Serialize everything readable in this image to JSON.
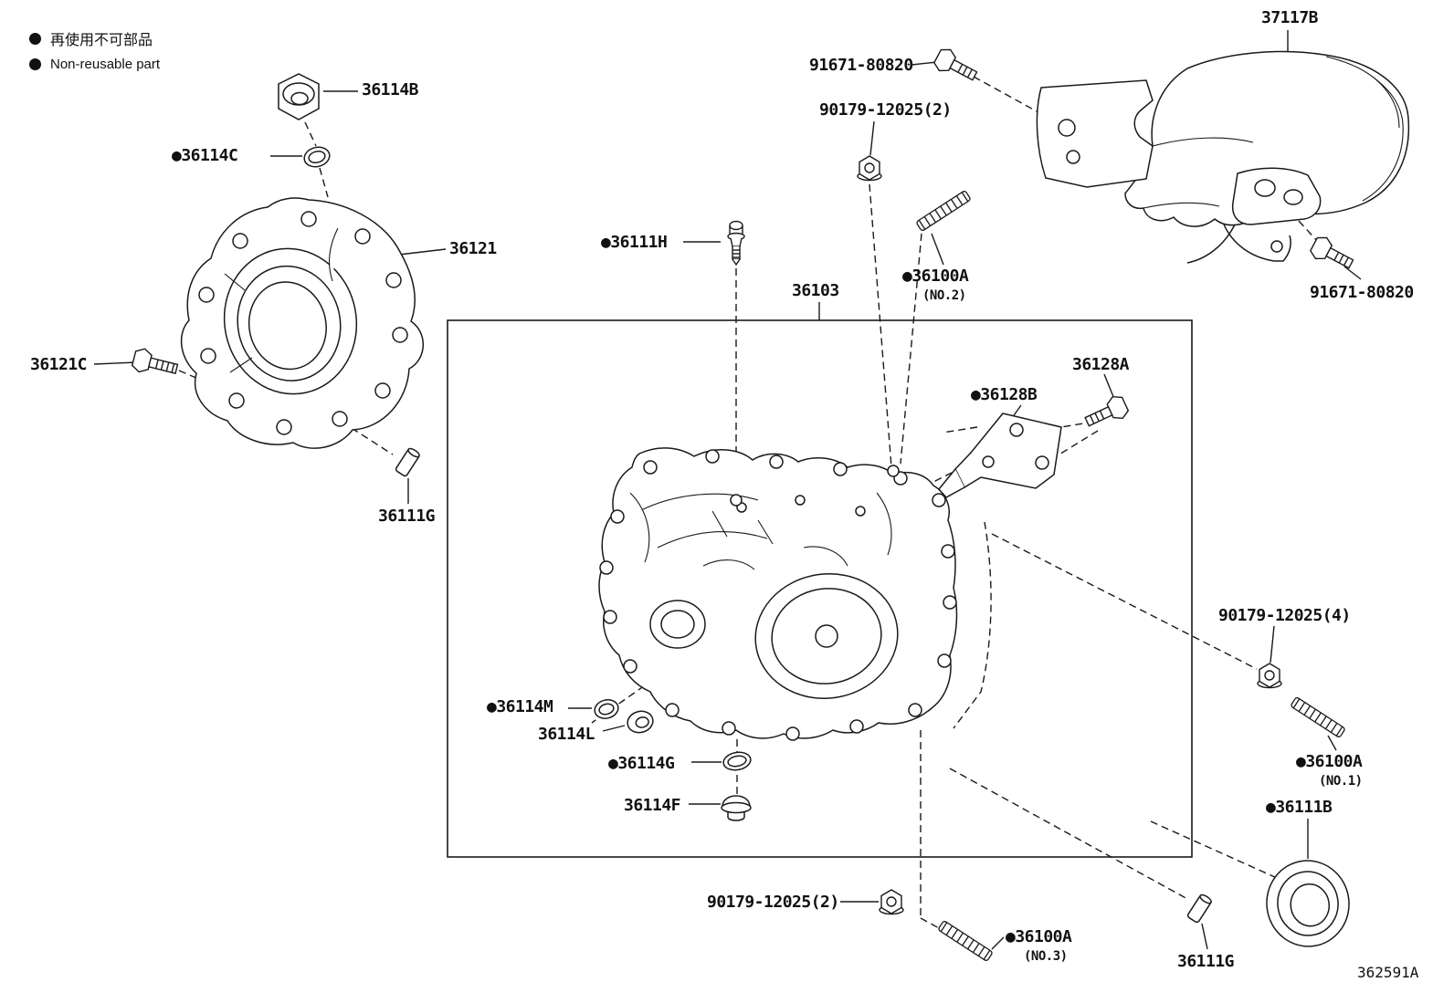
{
  "colors": {
    "background": "#ffffff",
    "line": "#1a1a1a"
  },
  "legend": {
    "line1_jp": "再使用不可部品",
    "line2_en": "Non-reusable part"
  },
  "diagram_code": "362591A",
  "labels": {
    "p36114B": "36114B",
    "p36114C": "●36114C",
    "p36121": "36121",
    "p36121C": "36121C",
    "p36111G_top": "36111G",
    "p36111H": "●36111H",
    "p36103": "36103",
    "p91671_top": "91671-80820",
    "p90179_2_top": "90179-12025(2)",
    "p36100A_no2": "●36100A",
    "p36100A_no2_sub": "(NO.2)",
    "p37117B": "37117B",
    "p91671_right": "91671-80820",
    "p36128A": "36128A",
    "p36128B": "●36128B",
    "p90179_4": "90179-12025(4)",
    "p36100A_no1": "●36100A",
    "p36100A_no1_sub": "(NO.1)",
    "p36111B": "●36111B",
    "p36114M": "●36114M",
    "p36114L": "36114L",
    "p36114G": "●36114G",
    "p36114F": "36114F",
    "p90179_2_bottom": "90179-12025(2)",
    "p36100A_no3": "●36100A",
    "p36100A_no3_sub": "(NO.3)",
    "p36111G_bottom": "36111G"
  }
}
